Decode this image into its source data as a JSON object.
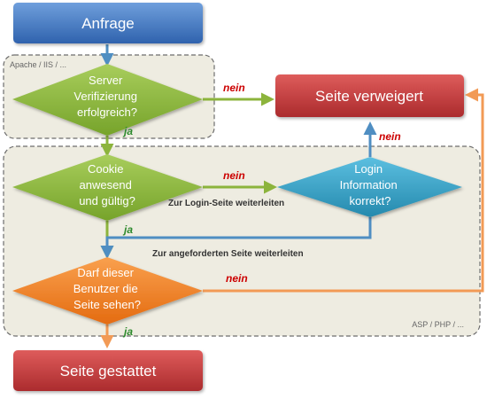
{
  "boxes": {
    "request": "Anfrage",
    "denied": "Seite verweigert",
    "allowed": "Seite gestattet"
  },
  "regions": {
    "webserver": "Apache / IIS / ...",
    "application": "ASP / PHP / ..."
  },
  "decisions": {
    "server_verify": [
      "Server",
      "Verifizierung",
      "erfolgreich?"
    ],
    "cookie": [
      "Cookie",
      "anwesend",
      "und gültig?"
    ],
    "login": [
      "Login",
      "Information",
      "korrekt?"
    ],
    "permission": [
      "Darf dieser",
      "Benutzer die",
      "Seite sehen?"
    ]
  },
  "edges": {
    "yes": "ja",
    "no": "nein",
    "to_login": "Zur Login-Seite weiterleiten",
    "to_requested": "Zur angeforderten Seite weiterleiten"
  },
  "colors": {
    "blue_box": "#3f73bd",
    "red_box": "#c0393b",
    "green_diamond": "#8cb43c",
    "teal_diamond": "#36a1c4",
    "orange_diamond": "#f28124",
    "region_fill": "#eeece1",
    "green_arrow": "#8cb43c",
    "blue_arrow": "#4f8ec2",
    "orange_arrow": "#f29a55",
    "nein_text": "#cc0000",
    "ja_text": "#2d8a2d"
  }
}
